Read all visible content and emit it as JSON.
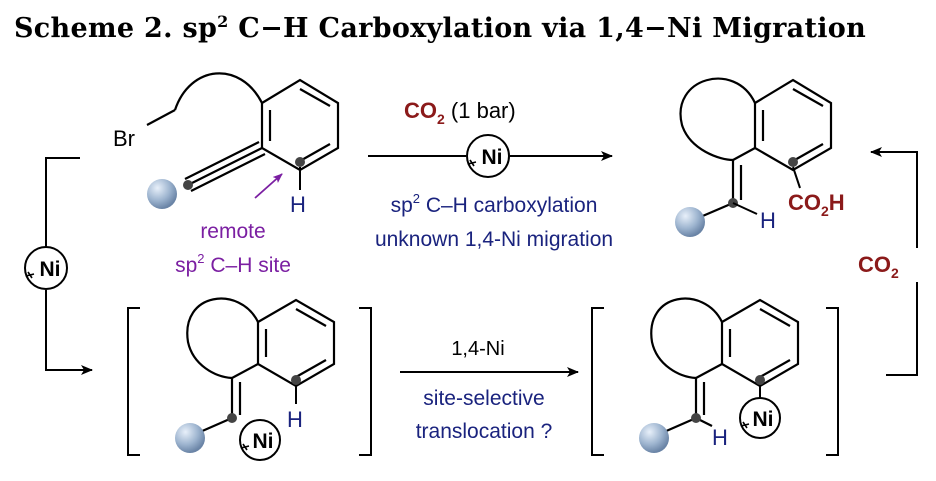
{
  "title": {
    "pre": "Scheme 2. sp",
    "sup": "2",
    "post": " C−H Carboxylation via 1,4−Ni Migration"
  },
  "top_reaction": {
    "reagent": "CO",
    "reagent_sub": "2",
    "reagent_cond": " (1 bar)",
    "catalyst": "Ni",
    "line1_pre": "sp",
    "line1_sup": "2",
    "line1_post": " C–H carboxylation",
    "line2": "unknown 1,4-Ni migration"
  },
  "start_material": {
    "br": "Br",
    "h": "H",
    "remote_line1": "remote",
    "remote_line2_pre": "sp",
    "remote_line2_sup": "2",
    "remote_line2_post": " C–H site"
  },
  "product": {
    "co2h_pre": "CO",
    "co2h_sub": "2",
    "co2h_post": "H",
    "h": "H"
  },
  "left_cycle": {
    "catalyst": "Ni"
  },
  "right_cycle": {
    "reagent": "CO",
    "reagent_sub": "2"
  },
  "bottom_reaction": {
    "label": "1,4-Ni",
    "line1": "site-selective",
    "line2": "translocation ?"
  },
  "intermediate1": {
    "h": "H",
    "ni": "Ni"
  },
  "intermediate2": {
    "h": "H",
    "ni": "Ni"
  },
  "colors": {
    "dark_red": "#8b1a1a",
    "navy": "#1a237e",
    "purple": "#7b1fa2"
  }
}
